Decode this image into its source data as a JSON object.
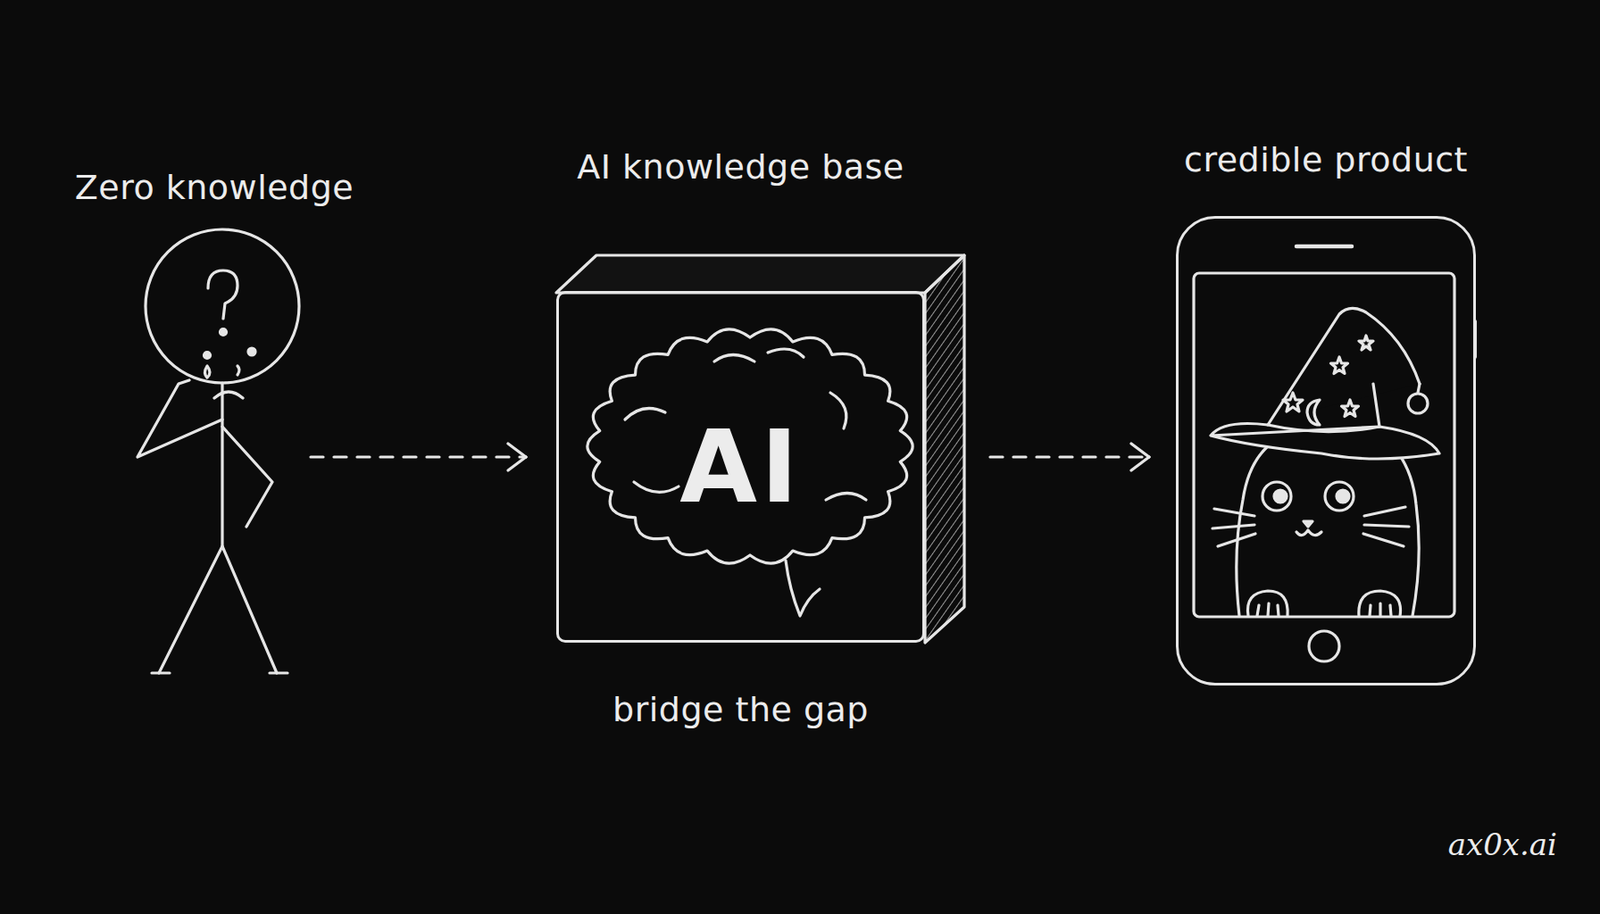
{
  "diagram": {
    "nodes": [
      {
        "text": [
          "Zero knowledge"
        ]
      },
      {
        "text": [
          "AI knowledge base",
          "AI",
          "bridge the gap"
        ]
      },
      {
        "text": [
          "credible product"
        ]
      }
    ],
    "edges": [
      {
        "from": 0,
        "to": 1,
        "arrow": "to"
      },
      {
        "from": 1,
        "to": 2,
        "arrow": "to"
      }
    ],
    "labels": [
      "ax0x.ai"
    ]
  }
}
